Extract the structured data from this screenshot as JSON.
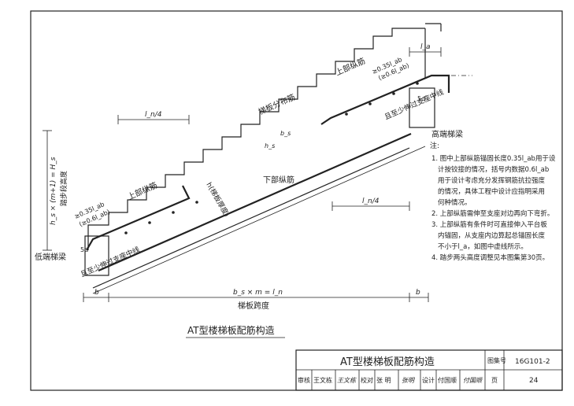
{
  "diagram": {
    "labels": {
      "top_rebar": "上部纵筋",
      "top_rebar_left": "上部纵筋",
      "distribution_bar": "梯板分布筋",
      "bottom_rebar": "下部纵筋",
      "slab_thickness": "h(梯板厚度)",
      "high_beam": "高端梯梁",
      "low_beam": "低端梯梁",
      "to_beam_center_right": "且至少伸过支座中线",
      "to_beam_center_left": "且至少伸过支座中线",
      "span": "梯板跨度",
      "step_height_dim": "踏步段高度",
      "height_formula": "h_s × (m+1) = H_s",
      "span_formula": "b_s × m = l_n",
      "ln4_top": "l_n/4",
      "ln4_right": "l_n/4",
      "la": "l_a",
      "b_left": "b",
      "b_right": "b",
      "hs": "h_s",
      "bs": "b_s",
      "d5_right": "5d",
      "d5_left": "5d",
      "anchor_r1": "≥0.35l_ab",
      "anchor_r2": "(≥0.6l_ab)",
      "anchor_l1": "≥0.35l_ab",
      "anchor_l2": "(≥0.6l_ab)"
    },
    "caption": "AT型楼梯板配筋构造"
  },
  "notes": {
    "title": "注:",
    "items": [
      "1. 图中上部纵筋锚固长度0.35l_ab用于设",
      "计按铰接的情况，括号内数据0.6l_ab",
      "用于设计考虑充分发挥钢筋抗拉强度",
      "的情况，具体工程中设计应指明采用",
      "何种情况。",
      "2. 上部纵筋需伸至支座对边再向下弯折。",
      "3. 上部纵筋有条件时可直接伸入平台板",
      "内锚固，从支座内边算起总锚固长度",
      "不小于l_a，如图中虚线所示。",
      "4. 踏步两头高度调整见本图集第30页。"
    ]
  },
  "title_block": {
    "title": "AT型楼梯板配筋构造",
    "atlas_label": "图集号",
    "atlas_no": "16G101-2",
    "review_label": "审核",
    "review_name": "王文栋",
    "review_sig": "王文栋",
    "check_label": "校对",
    "check_name": "张 明",
    "check_sig": "张明",
    "design_label": "设计",
    "design_name": "付国顺",
    "design_sig": "付国顺",
    "page_label": "页",
    "page_no": "24"
  }
}
